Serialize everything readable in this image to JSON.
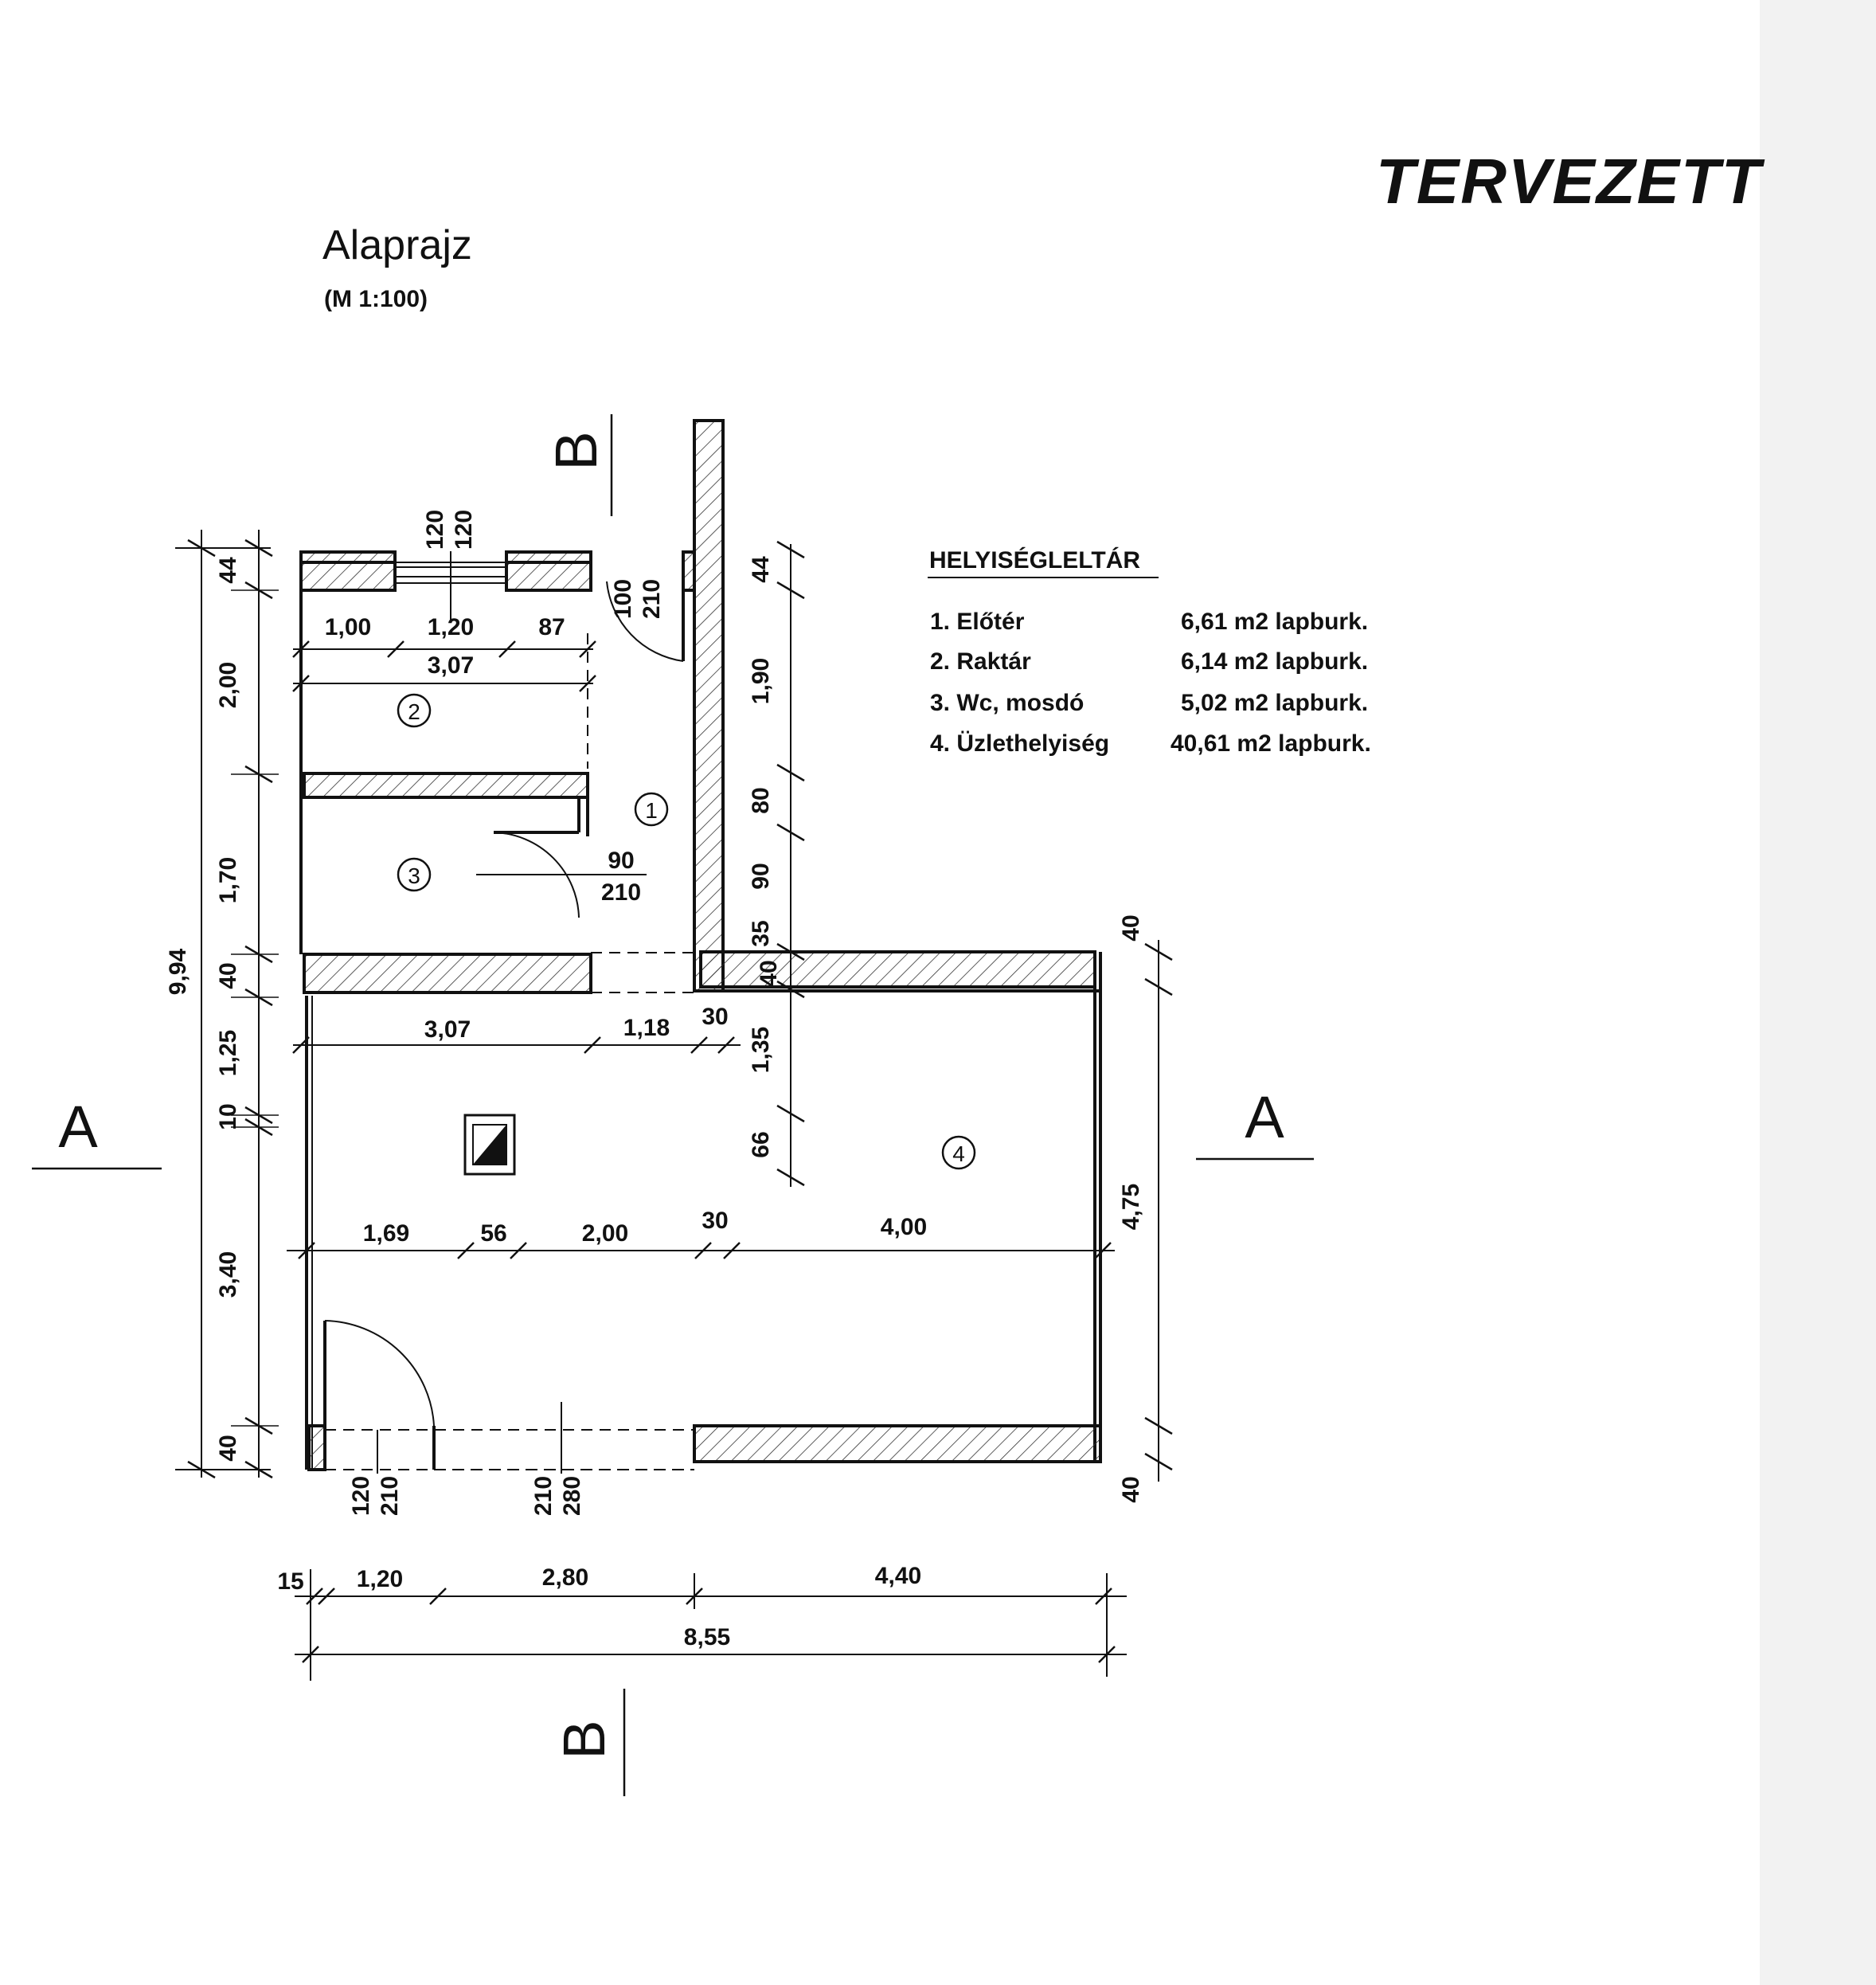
{
  "stamp": "TERVEZETT",
  "title": "Alaprajz",
  "scale": "(M 1:100)",
  "section_marks": {
    "a": "A",
    "b": "B"
  },
  "inventory": {
    "heading": "HELYISÉGLELTÁR",
    "rooms": [
      {
        "name": "1. Előtér",
        "area": "6,61 m2 lapburk."
      },
      {
        "name": "2. Raktár",
        "area": "6,14 m2 lapburk."
      },
      {
        "name": "3. Wc, mosdó",
        "area": "5,02 m2 lapburk."
      },
      {
        "name": "4. Üzlethelyiség",
        "area": "40,61 m2 lapburk."
      }
    ]
  },
  "room_numbers": [
    "1",
    "2",
    "3",
    "4"
  ],
  "dimensions": {
    "left_total": "9,94",
    "left_chain": [
      "44",
      "2,00",
      "1,70",
      "40",
      "1,25",
      "10",
      "3,40",
      "40"
    ],
    "top_window": {
      "w": "120",
      "h": "120"
    },
    "top_door": {
      "w": "100",
      "h": "210"
    },
    "row1": [
      "1,00",
      "1,20",
      "87"
    ],
    "row1_total": "3,07",
    "wc_door": {
      "w": "90",
      "h": "210"
    },
    "right_chain_upper": [
      "44",
      "1,90",
      "80",
      "90",
      "35",
      "40",
      "1,35",
      "66"
    ],
    "mid_row": [
      "3,07",
      "1,18",
      "30"
    ],
    "low_row": [
      "1,69",
      "56",
      "2,00",
      "30",
      "4,00"
    ],
    "right_chain_lower": [
      "40",
      "4,75",
      "40"
    ],
    "entry_door": {
      "w": "120",
      "h": "210"
    },
    "shop_window": {
      "w": "210",
      "h": "280"
    },
    "bottom_chain": [
      "15",
      "1,20",
      "2,80",
      "4,40"
    ],
    "bottom_total": "8,55"
  }
}
